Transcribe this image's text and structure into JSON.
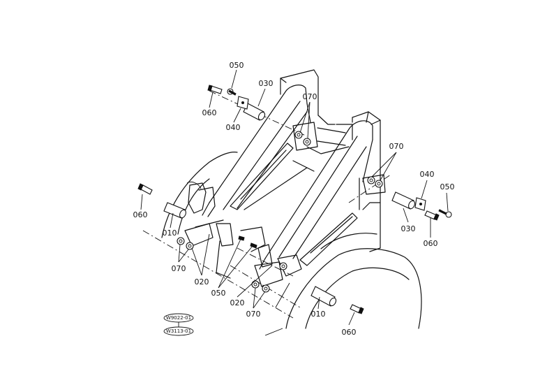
{
  "callouts": {
    "c050_top": "050",
    "c030_top": "030",
    "c070_top": "070",
    "c060_top": "060",
    "c040_top": "040",
    "c070_right": "070",
    "c040_right": "040",
    "c050_right": "050",
    "c060_left": "060",
    "c010_left": "010",
    "c070_left": "070",
    "c020_left": "020",
    "c050_mid": "050",
    "c020_mid": "020",
    "c070_bottom": "070",
    "c010_bottom": "010",
    "c060_bottom": "060",
    "c030_right": "030",
    "c060_right": "060"
  },
  "references": {
    "ref_1": "W9022-01",
    "ref_2": "W3113-01"
  }
}
